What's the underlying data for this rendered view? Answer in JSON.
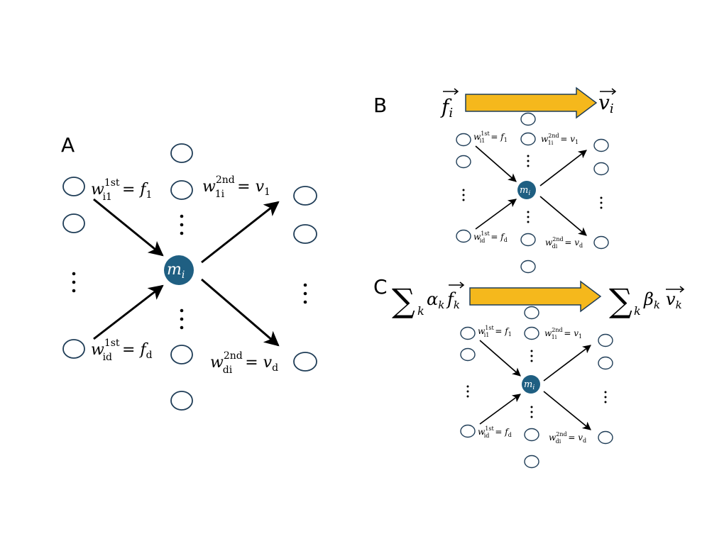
{
  "colors": {
    "node_stroke": "#1f3d57",
    "hub_fill": "#1f5f82",
    "arrow_fill": "#f5b81c",
    "arrow_stroke": "#1f3d57"
  },
  "panelA": {
    "label": "A",
    "hub": "m",
    "hub_sub": "i",
    "w_top_left": {
      "base": "w",
      "sup": "1st",
      "sub": "i1",
      "rhs": "= ",
      "rhs_var": "f",
      "rhs_sub": "1"
    },
    "w_bot_left": {
      "base": "w",
      "sup": "1st",
      "sub": "id",
      "rhs": "= ",
      "rhs_var": "f",
      "rhs_sub": "d"
    },
    "w_top_right": {
      "base": "w",
      "sup": "2nd",
      "sub": "1i",
      "rhs": "= ",
      "rhs_var": "v",
      "rhs_sub": "1"
    },
    "w_bot_right": {
      "base": "w",
      "sup": "2nd",
      "sub": "di",
      "rhs": "= ",
      "rhs_var": "v",
      "rhs_sub": "d"
    }
  },
  "panelB": {
    "label": "B",
    "input_vector": "f",
    "input_sub": "i",
    "output_vector": "v",
    "output_sub": "i",
    "hub": "m",
    "hub_sub": "i",
    "w_top_left": {
      "base": "w",
      "sup": "1st",
      "sub": "i1",
      "rhs": "= ",
      "rhs_var": "f",
      "rhs_sub": "1"
    },
    "w_bot_left": {
      "base": "w",
      "sup": "1st",
      "sub": "id",
      "rhs": "= ",
      "rhs_var": "f",
      "rhs_sub": "d"
    },
    "w_top_right": {
      "base": "w",
      "sup": "2nd",
      "sub": "1i",
      "rhs": "= ",
      "rhs_var": "v",
      "rhs_sub": "1"
    },
    "w_bot_right": {
      "base": "w",
      "sup": "2nd",
      "sub": "di",
      "rhs": "= ",
      "rhs_var": "v",
      "rhs_sub": "d"
    }
  },
  "panelC": {
    "label": "C",
    "sum_symbol": "∑",
    "sum_index": "k",
    "input_coef": "α",
    "input_coef_sub": "k",
    "input_vector": "f",
    "input_sub": "k",
    "output_coef": "β",
    "output_coef_sub": "k",
    "output_vector": "v",
    "output_sub": "k",
    "hub": "m",
    "hub_sub": "i",
    "w_top_left": {
      "base": "w",
      "sup": "1st",
      "sub": "i1",
      "rhs": "= ",
      "rhs_var": "f",
      "rhs_sub": "1"
    },
    "w_bot_left": {
      "base": "w",
      "sup": "1st",
      "sub": "id",
      "rhs": "= ",
      "rhs_var": "f",
      "rhs_sub": "d"
    },
    "w_top_right": {
      "base": "w",
      "sup": "2nd",
      "sub": "1i",
      "rhs": "= ",
      "rhs_var": "v",
      "rhs_sub": "1"
    },
    "w_bot_right": {
      "base": "w",
      "sup": "2nd",
      "sub": "di",
      "rhs": "= ",
      "rhs_var": "v",
      "rhs_sub": "d"
    }
  }
}
